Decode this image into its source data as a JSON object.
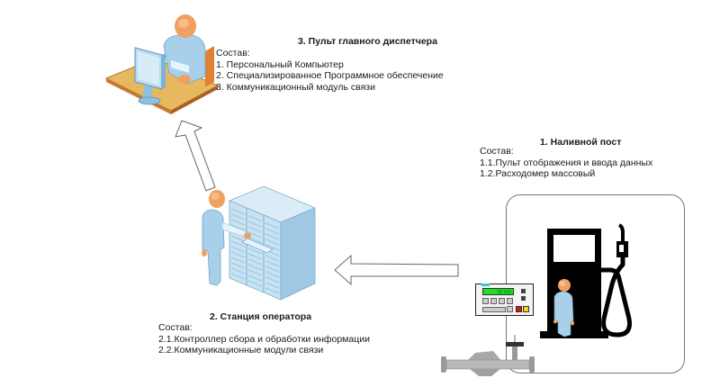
{
  "blocks": {
    "dispatcher": {
      "title": "3. Пульт главного диспетчера",
      "composition_label": "Состав:",
      "items": [
        "1. Персональный Компьютер",
        "2. Специализированное Программное обеспечение",
        "3. Коммуникационный модуль связи"
      ]
    },
    "filling_post": {
      "title": "1. Наливной пост",
      "composition_label": "Состав:",
      "items": [
        "1.1.Пульт отображения и ввода данных",
        "1.2.Расходомер массовый"
      ]
    },
    "operator_station": {
      "title": "2. Станция оператора",
      "composition_label": "Состав:",
      "items": [
        "2.1.Контроллер сбора и обработки информации",
        "2.2.Коммуникационные модули связи"
      ]
    }
  },
  "terminal_display": {
    "value": "TD 200"
  },
  "colors": {
    "skin": "#f0a060",
    "shirt": "#a8d0ea",
    "desk": "#e8b860",
    "server": "#c8e2f2",
    "display_green": "#22dd22",
    "button_red": "#dd1111",
    "button_yellow": "#eedd00"
  }
}
